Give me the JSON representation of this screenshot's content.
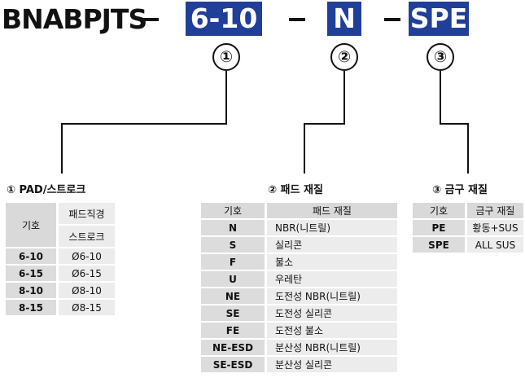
{
  "header": {
    "model": "BNABPJTS",
    "code1": "6-10",
    "code2": "N",
    "code3": "SPE",
    "mark1": "①",
    "mark2": "②",
    "mark3": "③"
  },
  "sections": {
    "pad": {
      "title": "① PAD/스트로크",
      "head_code": "기호",
      "head_desc1": "패드직경",
      "head_desc2": "스트로크",
      "rows": [
        {
          "code": "6-10",
          "desc": "Ø6-10"
        },
        {
          "code": "6-15",
          "desc": "Ø6-15"
        },
        {
          "code": "8-10",
          "desc": "Ø8-10"
        },
        {
          "code": "8-15",
          "desc": "Ø8-15"
        }
      ]
    },
    "material": {
      "title": "② 패드 재질",
      "head_code": "기호",
      "head_desc": "패드 재질",
      "rows": [
        {
          "code": "N",
          "desc": "NBR(니트릴)"
        },
        {
          "code": "S",
          "desc": "실리콘"
        },
        {
          "code": "F",
          "desc": "불소"
        },
        {
          "code": "U",
          "desc": "우레탄"
        },
        {
          "code": "NE",
          "desc": "도전성 NBR(니트릴)"
        },
        {
          "code": "SE",
          "desc": "도전성 실리콘"
        },
        {
          "code": "FE",
          "desc": "도전성 불소"
        },
        {
          "code": "NE-ESD",
          "desc": "분산성 NBR(니트릴)"
        },
        {
          "code": "SE-ESD",
          "desc": "분산성 실리콘"
        }
      ]
    },
    "fitting": {
      "title": "③ 금구 재질",
      "head_code": "기호",
      "head_desc": "금구 재질",
      "rows": [
        {
          "code": "PE",
          "desc": "황동+SUS"
        },
        {
          "code": "SPE",
          "desc": "ALL SUS"
        }
      ]
    }
  },
  "colors": {
    "code_box": "#1f3f99",
    "header_cell": "#d9d9d9",
    "code_cell": "#dcdcdc",
    "desc_cell": "#ececec"
  }
}
